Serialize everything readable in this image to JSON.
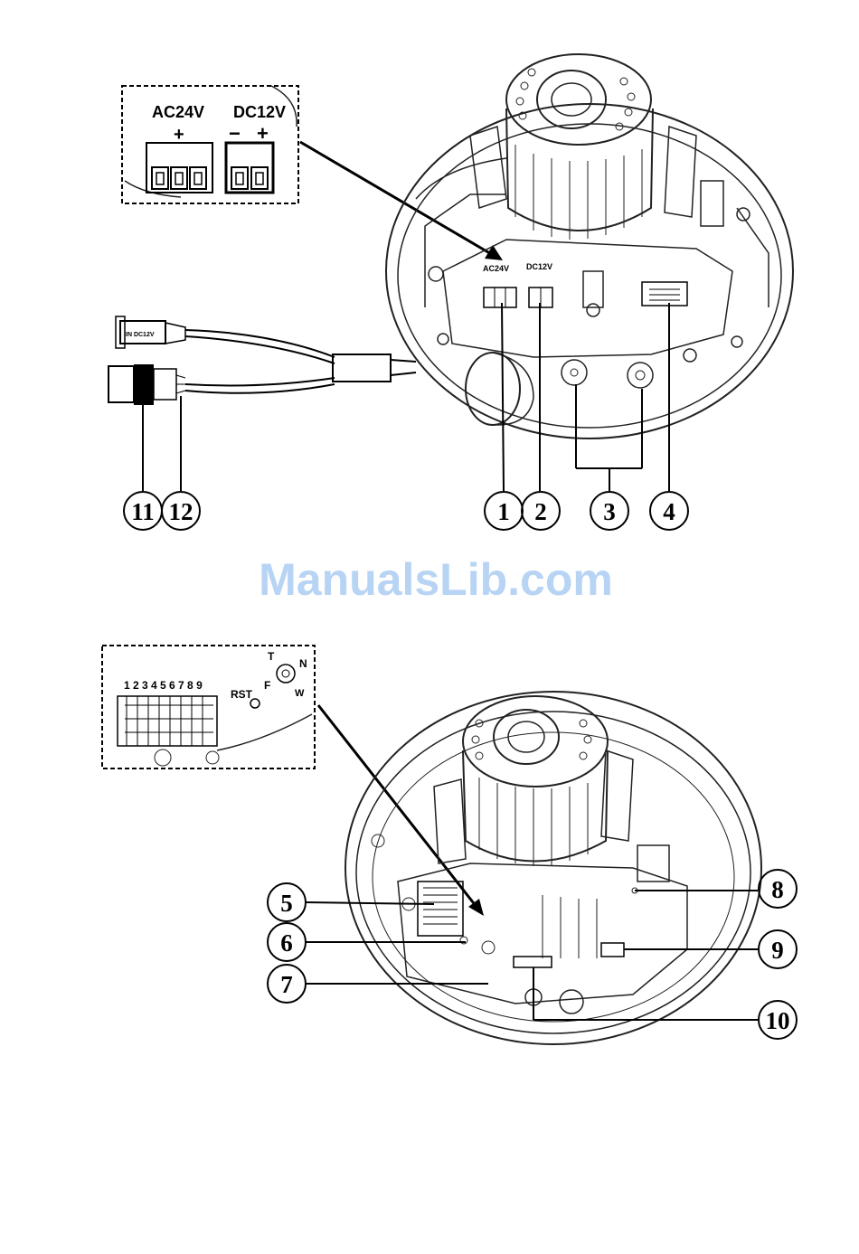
{
  "diagram": {
    "callouts": [
      "1",
      "2",
      "3",
      "4",
      "5",
      "6",
      "7",
      "8",
      "9",
      "10",
      "11",
      "12"
    ],
    "terminal_inset": {
      "ac_label": "AC24V",
      "dc_label": "DC12V",
      "plus": "+",
      "minus": "−"
    },
    "body_labels": {
      "ac": "AC24V",
      "dc": "DC12V"
    },
    "dc_plug_label": "IN DC12V",
    "alarm_inset": {
      "pin_numbers": "1 2 3 4 5 6 7 8 9",
      "rst": "RST",
      "t": "T",
      "f": "F",
      "n": "N",
      "w": "W"
    },
    "watermark": "ManualsLib.com"
  },
  "colors": {
    "ink": "#000000",
    "watermark": "#b8d4f4"
  }
}
